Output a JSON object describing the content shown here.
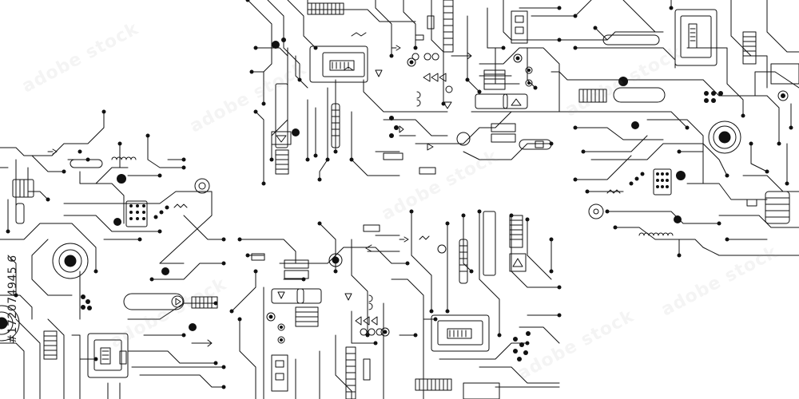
{
  "image": {
    "kind": "stock-illustration",
    "subject": "circuit-board-pattern",
    "background_color": "#ffffff",
    "line_color": "#111111",
    "stock_id": "#172074945 6",
    "watermark": "adobe stock"
  }
}
